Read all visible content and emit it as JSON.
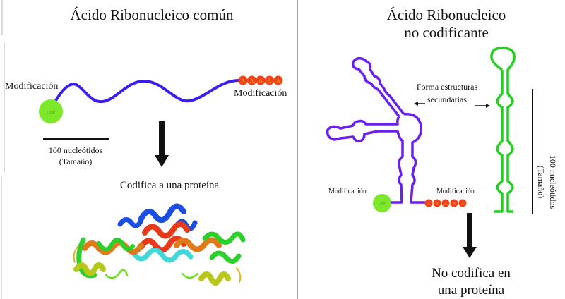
{
  "left_panel": {
    "title": "Ácido Ribonucleico común",
    "mod_left_label": "Modificación",
    "mod_right_label": "Modificación",
    "cap_label": "CAP",
    "polya_bead_label": "A",
    "polya_bead_count": 5,
    "scale_label_line1": "100 nucleótidos",
    "scale_label_line2": "(Tamaño)",
    "result_label": "Codifica a una proteína",
    "colors": {
      "rna_strand": "#3a1ef0",
      "cap": "#7de82a",
      "polya": "#f2421a"
    }
  },
  "right_panel": {
    "title_line1": "Ácido Ribonucleico",
    "title_line2": "no codificante",
    "annotation_line1": "Forma estructuras",
    "annotation_line2": "secundarias",
    "mod_left_label": "Modificación",
    "mod_right_label": "Modificación",
    "cap_label": "CAP",
    "polya_bead_label": "A",
    "polya_bead_count": 5,
    "scale_label_line1": "100 nucleótidos",
    "scale_label_line2": "(Tamaño)",
    "result_line1": "No codifica en",
    "result_line2": "una proteína",
    "colors": {
      "ncrna_structure": "#6a1ef0",
      "hairpin": "#1fd01f",
      "cap": "#7de82a",
      "polya": "#f2421a"
    }
  }
}
